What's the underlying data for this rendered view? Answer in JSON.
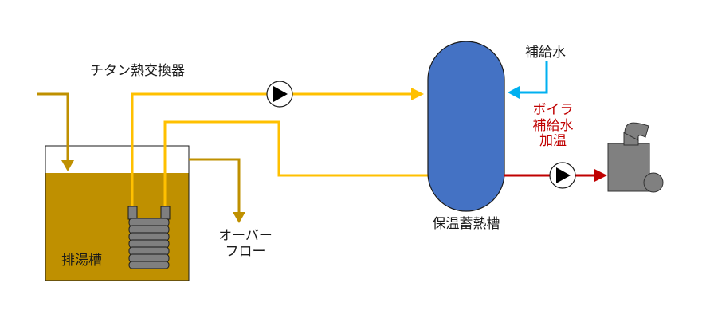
{
  "labels": {
    "titanium_hx": "チタン熱交換器",
    "makeup_water": "補給水",
    "boiler_line1": "ボイラ",
    "boiler_line2": "補給水",
    "boiler_line3": "加温",
    "overflow_line1": "オーバー",
    "overflow_line2": "フロー",
    "storage_tank": "保温蓄熱槽",
    "drain_tank": "排湯槽"
  },
  "colors": {
    "drain_water": "#bf9000",
    "hot_pipe": "#ffc000",
    "storage_tank_fill": "#4472c4",
    "makeup_water_pipe": "#00b0f0",
    "boiler_pipe": "#c00000",
    "boiler_body": "#808080",
    "coil": "#7f7f7f"
  },
  "icons": [
    "pump-icon",
    "boiler-icon",
    "coil-icon"
  ]
}
